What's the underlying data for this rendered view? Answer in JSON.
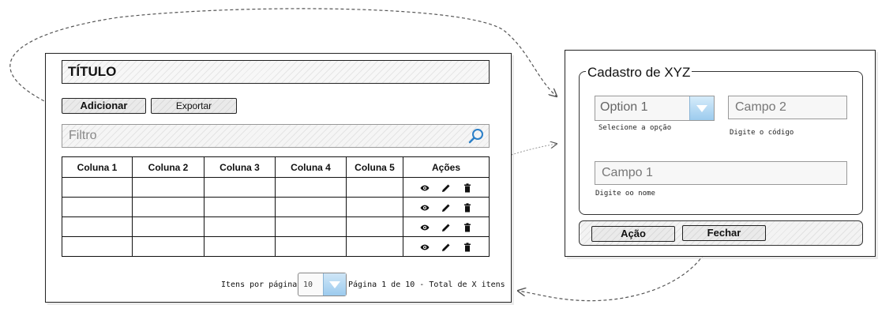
{
  "list_screen": {
    "title": "TÍTULO",
    "add_button": "Adicionar",
    "export_button": "Exportar",
    "filter_placeholder": "Filtro",
    "table": {
      "columns": [
        "Coluna 1",
        "Coluna 2",
        "Coluna 3",
        "Coluna 4",
        "Coluna 5",
        "Ações"
      ],
      "row_count": 4
    },
    "pagination": {
      "items_per_page_label": "Itens por página",
      "items_per_page_value": "10",
      "page_info": "Página 1 de 10 - Total de X itens"
    }
  },
  "form_screen": {
    "legend": "Cadastro de XYZ",
    "select": {
      "value": "Option 1",
      "helper": "Selecione a opção"
    },
    "campo2": {
      "placeholder": "Campo 2",
      "helper": "Digite o código"
    },
    "campo1": {
      "placeholder": "Campo 1",
      "helper": "Digite oo nome"
    },
    "action_button": "Ação",
    "close_button": "Fechar"
  },
  "icons": {
    "search": "search-icon",
    "view": "eye-icon",
    "edit": "pencil-icon",
    "delete": "trash-icon",
    "dropdown": "chevron-down-icon"
  },
  "colors": {
    "dropdown_accent": "#9ccbee",
    "search_icon": "#2a7fc8",
    "connector": "#555555"
  }
}
